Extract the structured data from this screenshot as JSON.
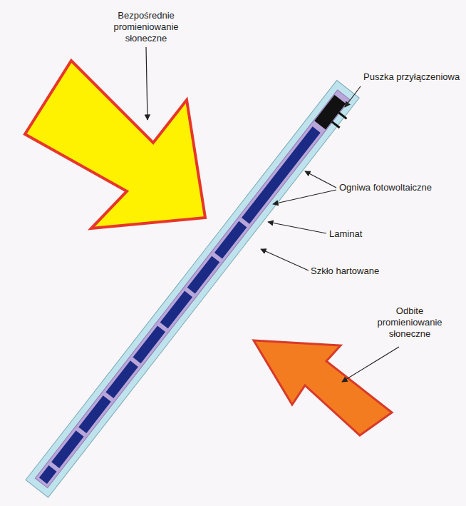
{
  "diagram": {
    "labels": [
      "Bezpośrednie promieniowanie słoneczne",
      "Puszka przyłączeniowa",
      "Ogniwa fotowoltaiczne",
      "Laminat",
      "Szkło hartowane",
      "Odbite promieniowanie słoneczne"
    ]
  }
}
